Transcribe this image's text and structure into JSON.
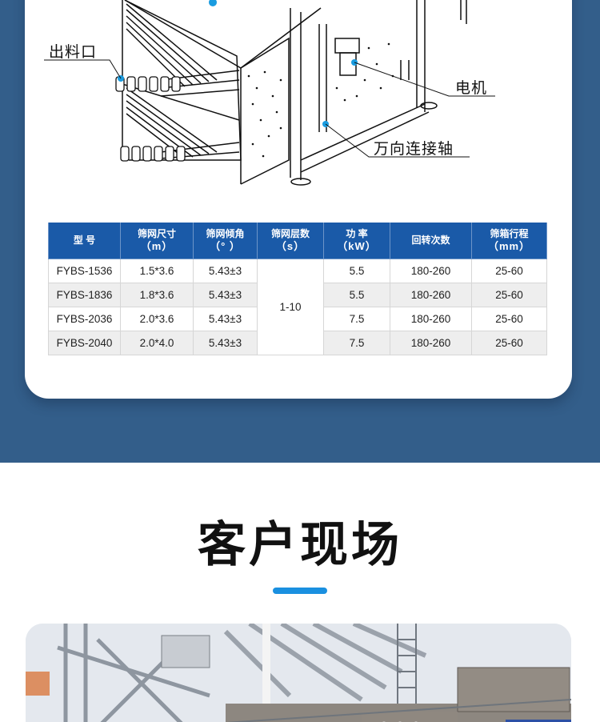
{
  "diagram": {
    "callouts": {
      "outlet": "出料口",
      "motor": "电机",
      "universal_joint": "万向连接轴"
    },
    "accent_color": "#1a9ce0"
  },
  "spec_table": {
    "header_color": "#1a5aa8",
    "columns": [
      {
        "label": "型  号",
        "unit": ""
      },
      {
        "label": "筛网尺寸",
        "unit": "（m）"
      },
      {
        "label": "筛网倾角",
        "unit": "（°  ）"
      },
      {
        "label": "筛网层数",
        "unit": "（s）"
      },
      {
        "label": "功  率",
        "unit": "（kW）"
      },
      {
        "label": "回转次数",
        "unit": ""
      },
      {
        "label": "筛箱行程",
        "unit": "（mm）"
      }
    ],
    "rows": [
      {
        "model": "FYBS-1536",
        "size": "1.5*3.6",
        "angle": "5.43±3",
        "power": "5.5",
        "rotations": "180-260",
        "stroke": "25-60"
      },
      {
        "model": "FYBS-1836",
        "size": "1.8*3.6",
        "angle": "5.43±3",
        "power": "5.5",
        "rotations": "180-260",
        "stroke": "25-60"
      },
      {
        "model": "FYBS-2036",
        "size": "2.0*3.6",
        "angle": "5.43±3",
        "power": "7.5",
        "rotations": "180-260",
        "stroke": "25-60"
      },
      {
        "model": "FYBS-2040",
        "size": "2.0*4.0",
        "angle": "5.43±3",
        "power": "7.5",
        "rotations": "180-260",
        "stroke": "25-60"
      }
    ],
    "layers_merged": "1-10"
  },
  "customer_section": {
    "title": "客户现场",
    "accent_color": "#1a90e0"
  }
}
